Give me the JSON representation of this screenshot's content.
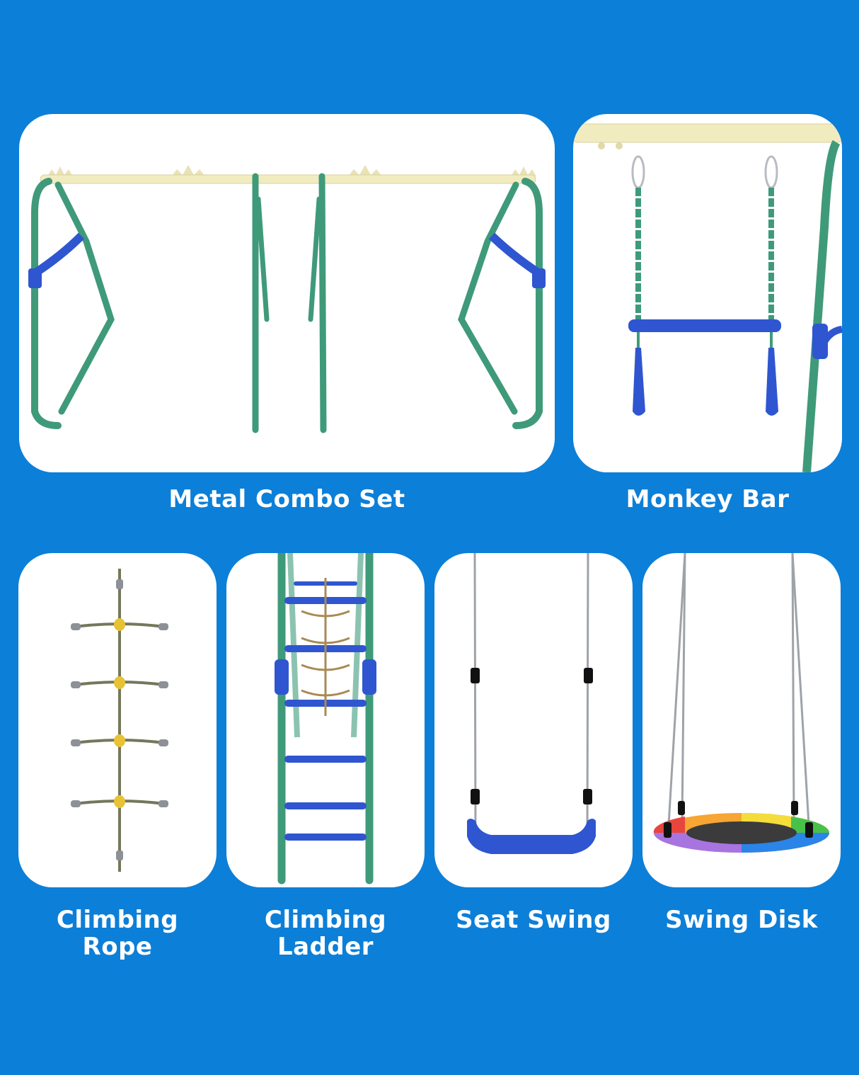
{
  "colors": {
    "background": "#0c7fd8",
    "card": "#ffffff",
    "frame_green": "#3f9a7a",
    "beam_cream": "#f1ecc0",
    "accent_blue": "#2f56d0",
    "label_text": "#ffffff"
  },
  "products": [
    {
      "id": "metal-combo-set",
      "label": "Metal Combo Set",
      "image": "metal-combo-set-icon"
    },
    {
      "id": "monkey-bar",
      "label": "Monkey Bar",
      "image": "monkey-bar-icon"
    },
    {
      "id": "climbing-rope",
      "label_lines": [
        "Climbing",
        "Rope"
      ],
      "image": "climbing-rope-icon"
    },
    {
      "id": "climbing-ladder",
      "label_lines": [
        "Climbing",
        "Ladder"
      ],
      "image": "climbing-ladder-icon"
    },
    {
      "id": "seat-swing",
      "label": "Seat Swing",
      "image": "seat-swing-icon"
    },
    {
      "id": "swing-disk",
      "label": "Swing Disk",
      "image": "swing-disk-icon"
    }
  ]
}
